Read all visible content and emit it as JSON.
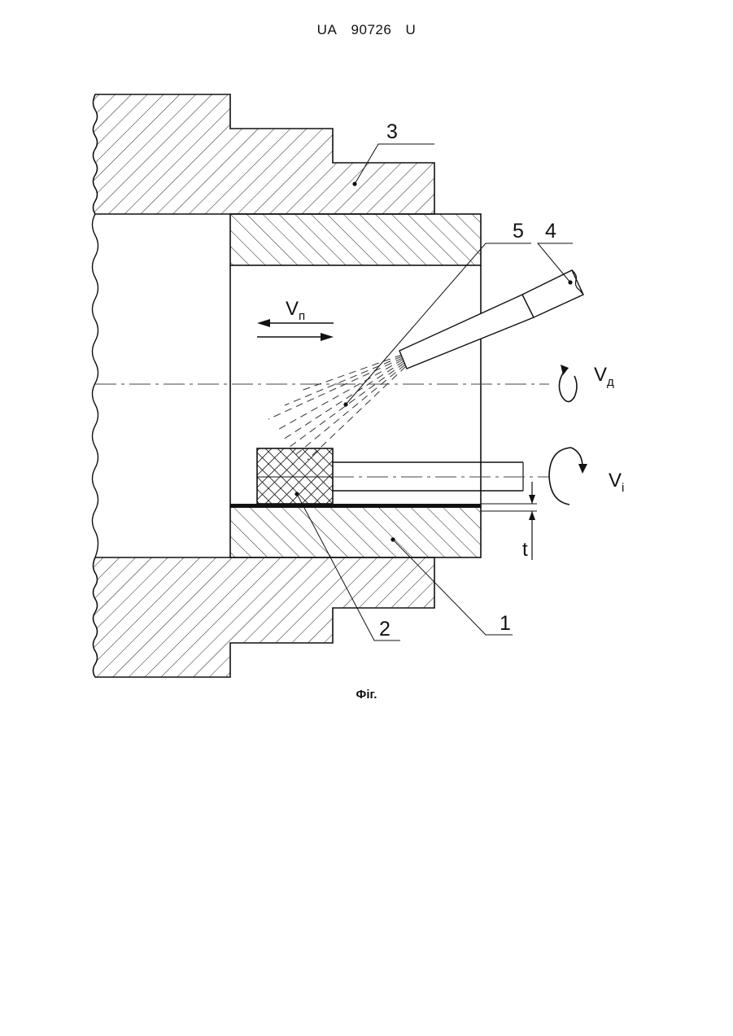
{
  "header": {
    "country": "UA",
    "number": "90726",
    "kind": "U"
  },
  "callouts": {
    "c1": "1",
    "c2": "2",
    "c3": "3",
    "c4": "4",
    "c5": "5"
  },
  "motion_labels": {
    "v_n": {
      "main": "V",
      "sub": "п"
    },
    "v_d": {
      "main": "V",
      "sub": "д"
    },
    "v_i": {
      "main": "V",
      "sub": "і"
    },
    "t": "t"
  },
  "caption": "Фіг."
}
